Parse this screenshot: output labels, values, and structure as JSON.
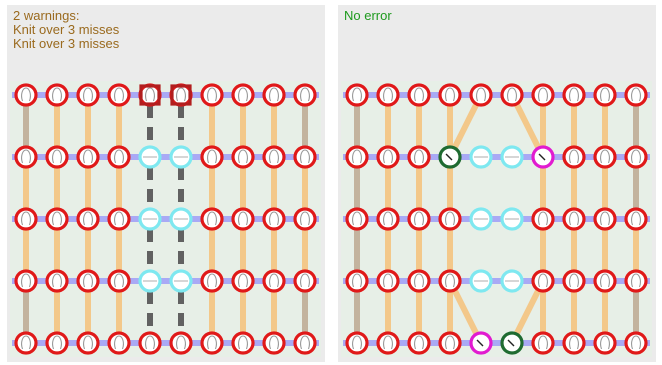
{
  "colors": {
    "row_line": "#a9a9f5",
    "column_line": "#f3c88a",
    "edge_column_line": "#c3b39e",
    "stitch_ring": "#e01919",
    "missed_stitch_ring": "#7ee8f0",
    "twist_ring_green": "#1f6b31",
    "twist_ring_magenta": "#e11bd0",
    "warning_square": "#b21e1e",
    "miss_dash": "#616161",
    "grid_background": "#e7efe7"
  },
  "left_panel": {
    "messages": [
      "2 warnings:",
      "Knit over 3 misses",
      "Knit over 3 misses"
    ],
    "grid": {
      "rows": 5,
      "columns": 10
    },
    "missed_columns": [
      5,
      6
    ],
    "missed_rows": [
      2,
      3,
      4
    ],
    "warning_cells": [
      {
        "row": 1,
        "column": 5
      },
      {
        "row": 1,
        "column": 6
      }
    ]
  },
  "right_panel": {
    "messages": [
      "No error"
    ],
    "grid": {
      "rows": 5,
      "columns": 10
    },
    "missed_columns": [
      5,
      6
    ],
    "missed_rows": [
      2,
      3,
      4
    ],
    "twist_cells": [
      {
        "row": 2,
        "column": 4,
        "color": "green"
      },
      {
        "row": 2,
        "column": 7,
        "color": "magenta"
      },
      {
        "row": 5,
        "column": 5,
        "color": "magenta"
      },
      {
        "row": 5,
        "column": 6,
        "color": "green"
      }
    ]
  }
}
